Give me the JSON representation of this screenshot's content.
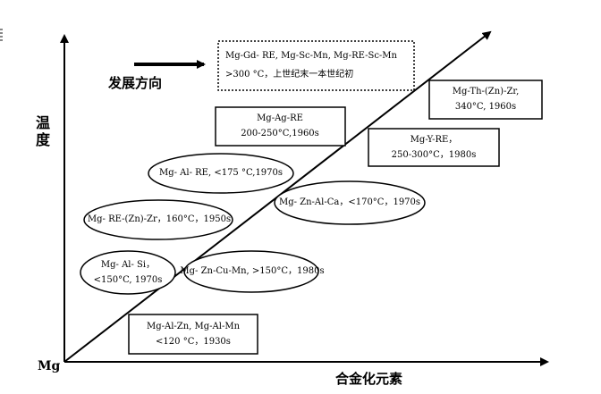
{
  "axes": {
    "y_label": "温度",
    "x_label": "合金化元素",
    "origin_label": "Mg"
  },
  "direction_label": "发展方向",
  "nodes": [
    {
      "id": "mg-al-zn",
      "shape": "rect",
      "lines": [
        "Mg-Al-Zn,  Mg-Al-Mn",
        "<120 °C，1930s"
      ]
    },
    {
      "id": "mg-al-si",
      "shape": "ellipse",
      "lines": [
        "Mg- Al- Si，",
        "<150°C, 1970s"
      ]
    },
    {
      "id": "mg-zn-cu-mn",
      "shape": "ellipse",
      "lines": [
        "Mg- Zn-Cu-Mn, >150°C，1980s"
      ]
    },
    {
      "id": "mg-re-zn-zr",
      "shape": "ellipse",
      "lines": [
        "Mg- RE-(Zn)-Zr，160°C，1950s"
      ]
    },
    {
      "id": "mg-zn-al-ca",
      "shape": "ellipse",
      "lines": [
        "Mg- Zn-Al-Ca，<170°C，1970s"
      ]
    },
    {
      "id": "mg-al-re",
      "shape": "ellipse",
      "lines": [
        "Mg- Al- RE, <175 °C,1970s"
      ]
    },
    {
      "id": "mg-ag-re",
      "shape": "rect",
      "lines": [
        "Mg-Ag-RE",
        "200-250°C,1960s"
      ]
    },
    {
      "id": "mg-y-re",
      "shape": "rect",
      "lines": [
        "Mg-Y-RE，",
        "250-300°C，1980s"
      ]
    },
    {
      "id": "mg-th-zn-zr",
      "shape": "rect",
      "lines": [
        "Mg-Th-(Zn)-Zr,",
        "340°C, 1960s"
      ]
    },
    {
      "id": "future",
      "shape": "dashed-rect",
      "lines": [
        "Mg-Gd- RE, Mg-Sc-Mn, Mg-RE-Sc-Mn",
        ">300 °C，上世纪末一本世纪初"
      ]
    }
  ]
}
